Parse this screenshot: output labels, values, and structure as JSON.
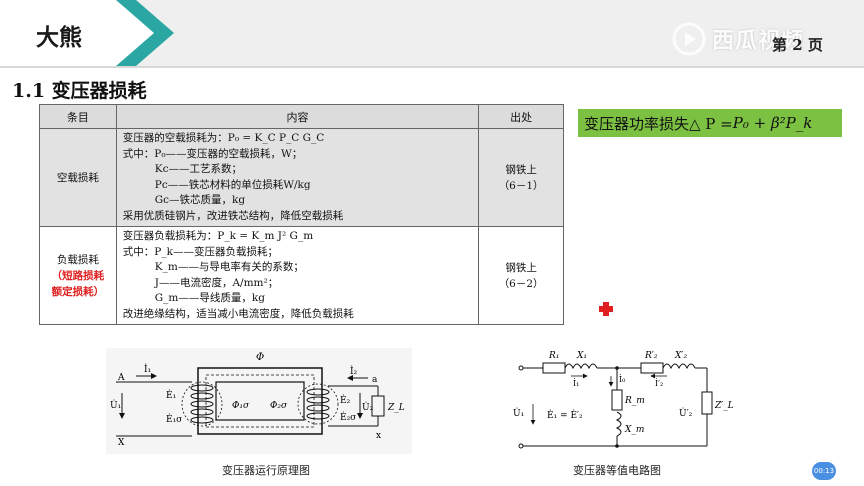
{
  "header": {
    "brand": "大熊",
    "page_number": "第 2 页",
    "watermark": "西瓜视频"
  },
  "section_title": "1.1 变压器损耗",
  "table": {
    "headers": [
      "条目",
      "内容",
      "出处"
    ],
    "rows": [
      {
        "item": "空载损耗",
        "content_lines": [
          "变压器的空载损耗为：P₀ = K_C P_C G_C",
          "式中：P₀——变压器的空载损耗，W；",
          "Kc——工艺系数；",
          "Pc——铁芯材料的单位损耗W/kg",
          "Gc—铁芯质量，kg",
          "采用优质硅钢片，改进铁芯结构，降低空载损耗"
        ],
        "source": [
          "钢铁上",
          "（6－1）"
        ]
      },
      {
        "item": "负载损耗",
        "item_note": [
          "（短路损耗",
          "额定损耗）"
        ],
        "content_lines": [
          "变压器负载损耗为：P_k = K_m J² G_m",
          "式中：P_k——变压器负载损耗；",
          "K_m——与导电率有关的系数；",
          "J——电流密度，A/mm²；",
          "G_m——导线质量，kg",
          "改进绝缘结构，适当减小电流密度，降低负载损耗"
        ],
        "source": [
          "钢铁上",
          "（6－2）"
        ]
      }
    ]
  },
  "formula": {
    "prefix": "变压器功率损失△ P = ",
    "expression": "P₀ + β²P_k"
  },
  "figures": {
    "transformer": {
      "caption": "变压器运行原理图",
      "labels": {
        "phi": "Φ",
        "A": "A",
        "X": "X",
        "a": "a",
        "x": "x",
        "I1": "İ₁",
        "I2": "İ₂",
        "U1": "U̇₁",
        "U2": "U̇₂",
        "E1": "Ė₁",
        "E1s": "Ė₁σ",
        "E2": "Ė₂",
        "E2s": "Ė₂σ",
        "phi1s": "Φ₁σ",
        "phi2s": "Φ₂σ",
        "ZL": "Z_L"
      }
    },
    "equivalent": {
      "caption": "变压器等值电路图",
      "labels": {
        "R1": "R₁",
        "X1": "X₁",
        "R2p": "R′₂",
        "X2p": "X′₂",
        "I1": "İ₁",
        "I0": "İ₀",
        "I2p": "İ′₂",
        "Rm": "R_m",
        "Xm": "X_m",
        "U1": "U̇₁",
        "U2p": "U̇′₂",
        "E": "Ė₁ = Ė′₂",
        "ZLp": "Z′_L"
      }
    }
  },
  "time_badge": "00:13",
  "colors": {
    "formula_bg": "#7cc142",
    "accent_teal": "#2aa7a3",
    "red": "#e02020"
  }
}
